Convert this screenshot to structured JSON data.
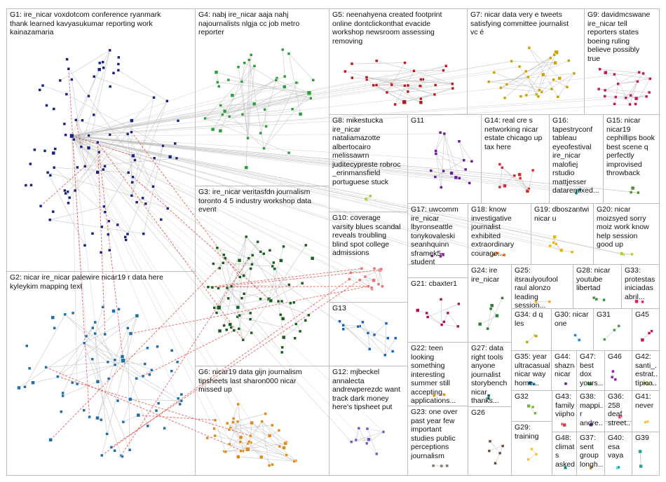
{
  "panels": [
    {
      "id": "G1",
      "label": "G1: ire_nicar voxdotcom conference ryanmark\nthank learned kavyasukumar reporting work\nkainazamaria",
      "color": "#1a237e",
      "count": 95,
      "spread": 1.0
    },
    {
      "id": "G2",
      "label": "G2: nicar ire_nicar palewire nicar19 r data here\nkyleykim mapping text",
      "color": "#1f6ea8",
      "count": 70,
      "spread": 1.0
    },
    {
      "id": "G3",
      "label": "G3: ire_nicar veritasfdn journalism\ntoronto 4 5 industry workshop data\nevent",
      "color": "#1b5e20",
      "count": 70,
      "spread": 1.0
    },
    {
      "id": "G4",
      "label": "G4: nabj ire_nicar aaja nahj\nnajournalists nlgja cc job metro\nreporter",
      "color": "#2e9e3a",
      "count": 40,
      "spread": 1.0
    },
    {
      "id": "G5",
      "label": "G5: neenahyena created footprint\nonline dontclickonthat evacide\nworkshop newsroom assessing\nremoving",
      "color": "#b71c1c",
      "count": 30,
      "spread": 1.0
    },
    {
      "id": "G6",
      "label": "G6: nicar19 data gijn journalism\ntipsheets last sharon000 nicar\nmissed up",
      "color": "#e08a1e",
      "count": 40,
      "spread": 1.0
    },
    {
      "id": "G7",
      "label": "G7: nicar data very e tweets\nsatisfying committee journalist\nvc é",
      "color": "#c9a300",
      "count": 28,
      "spread": 1.0
    },
    {
      "id": "G8",
      "label": "G8: mikestucka\nire_nicar\nnataliamazotte\nalbertocairo\nmelissawrn\njuditecypreste robroc\n_erinmansfield\nportuguese stuck",
      "color": "#9acd32",
      "count": 3,
      "spread": 0.4
    },
    {
      "id": "G9",
      "label": "G9: davidmcswane\nire_nicar tell\nreporters states\nboeing ruling\nbelieve possibly\ntrue",
      "color": "#c2185b",
      "count": 20,
      "spread": 1.0
    },
    {
      "id": "G10",
      "label": "G10: coverage\nvarsity blues scandal\nreveals troubling\nblind spot college\nadmissions",
      "color": "#e57373",
      "count": 14,
      "spread": 0.6
    },
    {
      "id": "G11",
      "label": "G11",
      "color": "#6a1b9a",
      "count": 16,
      "spread": 1.0
    },
    {
      "id": "G12",
      "label": "G12: mjbeckel\nannalecta\nandrewperezdc want\ntrack dark money\nhere's tipsheet put",
      "color": "#7e57c2",
      "count": 8,
      "spread": 0.6
    },
    {
      "id": "G13",
      "label": "G13",
      "color": "#1565c0",
      "count": 14,
      "spread": 1.0
    },
    {
      "id": "G14",
      "label": "G14: real cre s\nnetworking nicar\nestate chicago up\ntax here",
      "color": "#d32f2f",
      "count": 10,
      "spread": 0.7
    },
    {
      "id": "G15",
      "label": "G15: nicar\nnicar19\ncephillips book\nbest scene q\nperfectly\nimprovised\nthrowback",
      "color": "#558b2f",
      "count": 3,
      "spread": 0.4
    },
    {
      "id": "G16",
      "label": "G16:\ntapestryconf\ntableau\neyeofestival\nire_nicar\nmalofiej\nrstudio\nmattjesser\ndataremixed...",
      "color": "#00897b",
      "count": 3,
      "spread": 0.4
    },
    {
      "id": "G17",
      "label": "G17: uwcomm\nire_nicar\nlbyronseattle\ntonykovaleski\nseanhquinn\nsframek5\nstudent",
      "color": "#8e24aa",
      "count": 3,
      "spread": 0.4
    },
    {
      "id": "G18",
      "label": "G18: know\ninvestigative\njournalist\nexhibited\nextraordinary\ncourage...",
      "color": "#ef6c00",
      "count": 3,
      "spread": 0.4
    },
    {
      "id": "G19",
      "label": "G19: dboszantwi\nnicar u",
      "color": "#e6b800",
      "count": 6,
      "spread": 0.7
    },
    {
      "id": "G20",
      "label": "G20: nicar\nmoizsyed sorry\nmoiz work know\nhelp session\ngood up",
      "color": "#c0ca33",
      "count": 3,
      "spread": 0.4
    },
    {
      "id": "G21",
      "label": "G21: cbaxter1",
      "color": "#ad1457",
      "count": 9,
      "spread": 0.9
    },
    {
      "id": "G22",
      "label": "G22: teen\nlooking\nsomething\ninteresting\nsummer still\naccepting\napplications...",
      "color": "#fb8c00",
      "count": 2,
      "spread": 0.3
    },
    {
      "id": "G23",
      "label": "G23: one over\npast year few\nimportant\nstudies public\nperceptions\njournalism",
      "color": "#8d6e63",
      "count": 3,
      "spread": 0.4
    },
    {
      "id": "G24",
      "label": "G24: ire\nire_nicar",
      "color": "#2e7d32",
      "count": 6,
      "spread": 0.8
    },
    {
      "id": "G25",
      "label": "G25:\nitsraulyoufool\nraul alonzo\nleading session...",
      "color": "#f9a825",
      "count": 2,
      "spread": 0.3
    },
    {
      "id": "G26",
      "label": "G26",
      "color": "#6d4c41",
      "count": 5,
      "spread": 0.9
    },
    {
      "id": "G27",
      "label": "G27: data\nright tools\nanyone\njournalist\nstorybench\nnicar\nthanks...",
      "color": "#00695c",
      "count": 2,
      "spread": 0.3
    },
    {
      "id": "G28",
      "label": "G28: nicar\nyoutube\nlibertad",
      "color": "#388e3c",
      "count": 3,
      "spread": 0.5
    },
    {
      "id": "G29",
      "label": "G29: training",
      "color": "#fbc02d",
      "count": 3,
      "spread": 0.5
    },
    {
      "id": "G30",
      "label": "G30: nicar\none",
      "color": "#1e88e5",
      "count": 3,
      "spread": 0.5
    },
    {
      "id": "G31",
      "label": "G31",
      "color": "#43a047",
      "count": 3,
      "spread": 0.7
    },
    {
      "id": "G32",
      "label": "G32",
      "color": "#7cb342",
      "count": 3,
      "spread": 0.7
    },
    {
      "id": "G33",
      "label": "G33:\nprotestas\niniciadas\nabril...",
      "color": "#e91e63",
      "count": 2,
      "spread": 0.3
    },
    {
      "id": "G34",
      "label": "G34: d q\nles",
      "color": "#c6a700",
      "count": 3,
      "spread": 0.5
    },
    {
      "id": "G35",
      "label": "G35: year\nultracasualsh\nnicar way\nhome...",
      "color": "#0277bd",
      "count": 2,
      "spread": 0.3
    },
    {
      "id": "G36",
      "label": "G36: 258\ndeaf\nstreet...",
      "color": "#ec407a",
      "count": 2,
      "spread": 0.3
    },
    {
      "id": "G37",
      "label": "G37: sent\ngroup\nlongh...",
      "color": "#f57f17",
      "count": 2,
      "spread": 0.3
    },
    {
      "id": "G38",
      "label": "G38:\nmappi...\nr\nandre...",
      "color": "#5e35b1",
      "count": 2,
      "spread": 0.3
    },
    {
      "id": "G39",
      "label": "G39",
      "color": "#26a69a",
      "count": 3,
      "spread": 0.7
    },
    {
      "id": "G40",
      "label": "G40:\nesa\nvaya",
      "color": "#00acc1",
      "count": 2,
      "spread": 0.3
    },
    {
      "id": "G41",
      "label": "G41:\nnever",
      "color": "#fbc02d",
      "count": 2,
      "spread": 0.3
    },
    {
      "id": "G42",
      "label": "G42:\nsanti_...\nestrat...\ntípica...",
      "color": "#9e9d24",
      "count": 2,
      "spread": 0.3
    },
    {
      "id": "G43",
      "label": "G43:\nfamily\nviipho...",
      "color": "#e53935",
      "count": 2,
      "spread": 0.3
    },
    {
      "id": "G44",
      "label": "G44:\nshazna\nnicar",
      "color": "#6a1b9a",
      "count": 2,
      "spread": 0.3
    },
    {
      "id": "G45",
      "label": "G45",
      "color": "#c2185b",
      "count": 3,
      "spread": 0.7
    },
    {
      "id": "G46",
      "label": "G46",
      "color": "#8e24aa",
      "count": 3,
      "spread": 0.7
    },
    {
      "id": "G47",
      "label": "G47:\nbest\ndox\nyours...",
      "color": "#43a047",
      "count": 2,
      "spread": 0.3
    },
    {
      "id": "G48",
      "label": "G48:\nclimate\ns\nasked...",
      "color": "#00897b",
      "count": 2,
      "spread": 0.3
    }
  ]
}
